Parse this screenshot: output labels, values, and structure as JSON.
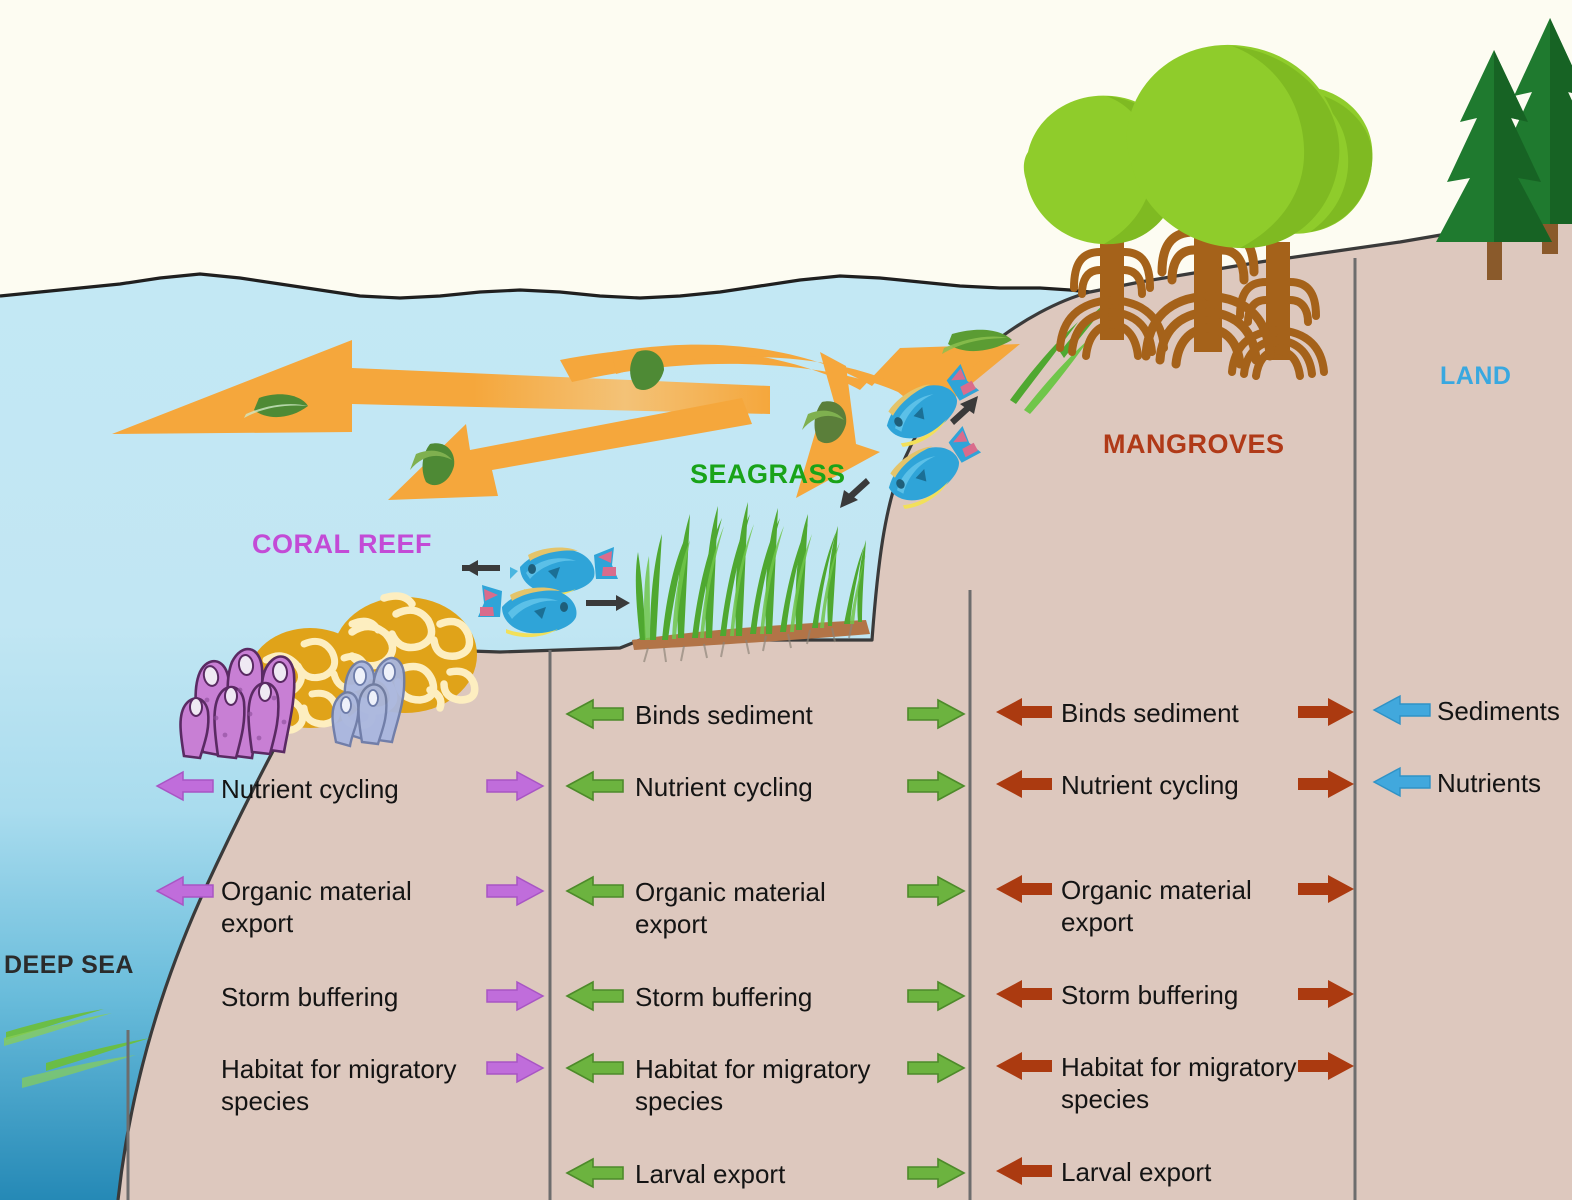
{
  "title": "Coastal habitat connectivity diagram",
  "habitat_labels": [
    {
      "name": "deep-sea",
      "text": "DEEP SEA",
      "color": "#2b2b2b"
    },
    {
      "name": "coral-reef",
      "text": "CORAL REEF",
      "color": "#c34bd6"
    },
    {
      "name": "seagrass",
      "text": "SEAGRASS",
      "color": "#19a319"
    },
    {
      "name": "mangroves",
      "text": "MANGROVES",
      "color": "#b03a18"
    },
    {
      "name": "land",
      "text": "LAND",
      "color": "#39a8e0"
    }
  ],
  "colors": {
    "coral_arrow": "#c06ddb",
    "seagrass_arrow": "#6cb33f",
    "mangrove_arrow": "#ab3a10",
    "land_arrow": "#41a8dd",
    "flow_arrow": "#f5a githubcb",
    "sediment_land": "#ddc8be",
    "water_top": "#bfe6f2",
    "water_bottom": "#2d93bd",
    "sky": "#fdfcf2",
    "divider": "#6d6d6d",
    "orange_flow": "#f5a73c"
  },
  "columns": [
    {
      "name": "coral-reef-column",
      "left_arrow_color": "#c06ddb",
      "right_arrow_color": "#c06ddb",
      "services": [
        {
          "label": "Nutrient cycling",
          "left_arrow": false,
          "right_arrow": false
        },
        {
          "label": "Organic material\nexport",
          "left_arrow": true,
          "right_arrow": true
        },
        {
          "label": "Storm buffering",
          "left_arrow": false,
          "right_arrow": true
        },
        {
          "label": "Habitat for migratory\nspecies",
          "left_arrow": false,
          "right_arrow": true
        }
      ]
    },
    {
      "name": "seagrass-column",
      "left_arrow_color": "#6cb33f",
      "right_arrow_color": "#6cb33f",
      "services": [
        {
          "label": "Binds sediment"
        },
        {
          "label": "Nutrient cycling"
        },
        {
          "label": "Organic material\nexport"
        },
        {
          "label": "Storm buffering"
        },
        {
          "label": "Habitat for migratory\nspecies"
        },
        {
          "label": "Larval export"
        }
      ]
    },
    {
      "name": "mangrove-column",
      "left_arrow_color": "#ab3a10",
      "right_arrow_color": "#ab3a10",
      "services": [
        {
          "label": "Binds sediment"
        },
        {
          "label": "Nutrient cycling"
        },
        {
          "label": "Organic material\nexport"
        },
        {
          "label": "Storm buffering"
        },
        {
          "label": "Habitat for migratory\nspecies"
        },
        {
          "label": "Larval export"
        }
      ]
    },
    {
      "name": "land-column",
      "left_arrow_color": "#41a8dd",
      "services": [
        {
          "label": "Sediments"
        },
        {
          "label": "Nutrients"
        }
      ]
    }
  ],
  "coral_services": [
    "Nutrient cycling",
    "Organic material\nexport",
    "Storm buffering",
    "Habitat for migratory\nspecies"
  ],
  "seagrass_services": [
    "Binds sediment",
    "Nutrient cycling",
    "Organic material\nexport",
    "Storm buffering",
    "Habitat for migratory\nspecies",
    "Larval export"
  ],
  "mangrove_services": [
    "Binds sediment",
    "Nutrient cycling",
    "Organic material\nexport",
    "Storm buffering",
    "Habitat for migratory\nspecies",
    "Larval export"
  ],
  "land_services": [
    "Sediments",
    "Nutrients"
  ],
  "scene_elements": [
    {
      "name": "water-surface",
      "kind": "wavy-line"
    },
    {
      "name": "mangrove-tree",
      "count": 3
    },
    {
      "name": "pine-tree",
      "count": 2
    },
    {
      "name": "brain-coral",
      "count": 2
    },
    {
      "name": "purple-sponge",
      "count": 1
    },
    {
      "name": "blue-sponge",
      "count": 1
    },
    {
      "name": "parrotfish",
      "count": 4
    },
    {
      "name": "seagrass-bed",
      "count": 1
    },
    {
      "name": "organic-flow-arrow",
      "count": 4
    },
    {
      "name": "drifting-seagrass-blade",
      "count": 3
    }
  ]
}
